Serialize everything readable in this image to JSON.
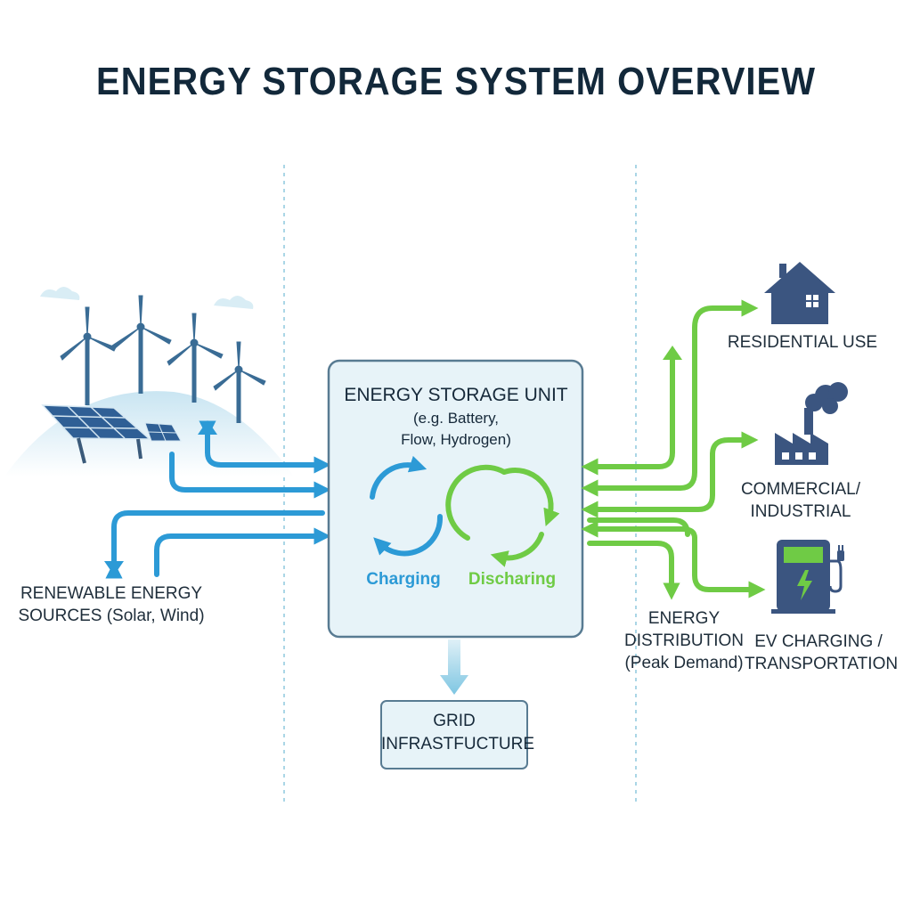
{
  "title": "ENERGY STORAGE SYSTEM OVERVIEW",
  "sources": {
    "label_line1": "RENEWABLE ENERGY",
    "label_line2": "SOURCES (Solar, Wind)"
  },
  "storage_unit": {
    "title": "ENERGY STORAGE UNIT",
    "subtitle_line1": "(e.g. Battery,",
    "subtitle_line2": "Flow, Hydrogen)",
    "charging_label": "Charging",
    "discharging_label": "Discharing"
  },
  "grid": {
    "label_line1": "GRID",
    "label_line2": "INFRASTFUCTURE"
  },
  "distribution": {
    "label_line1": "ENERGY DISTRIBUTION",
    "label_line2": "(Peak Demand)"
  },
  "outputs": {
    "residential": "RESIDENTIAL USE",
    "commercial_line1": "COMMERCIAL/",
    "commercial_line2": "INDUSTRIAL",
    "ev_line1": "EV CHARGING /",
    "ev_line2": "TRANSPORTATION"
  },
  "colors": {
    "charging_blue": "#2c9ad6",
    "discharging_green": "#6fcb45",
    "icon_navy": "#3b5580",
    "box_fill": "#e7f3f8",
    "box_border": "#587b92",
    "divider": "#8ec8de"
  },
  "icons": {
    "sources": [
      "wind-turbine-icon",
      "solar-panel-icon"
    ],
    "outputs": [
      "house-icon",
      "factory-icon",
      "ev-charger-icon"
    ]
  }
}
